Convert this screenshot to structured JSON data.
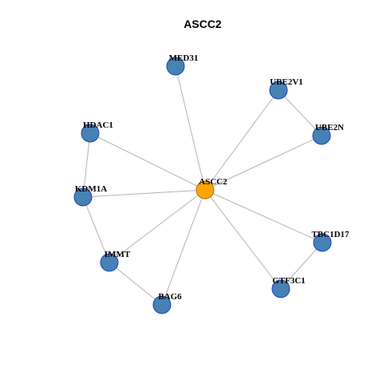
{
  "title": "ASCC2",
  "colors": {
    "center_fill": "#FFA500",
    "node_fill": "#4682B4",
    "node_stroke": "#1f3fbf",
    "center_stroke": "#b36b00",
    "edge": "#b3b3b3"
  },
  "nodes": [
    {
      "id": "ASCC2",
      "label": "ASCC2",
      "center": true
    },
    {
      "id": "MED31",
      "label": "MED31"
    },
    {
      "id": "UBE2V1",
      "label": "UBE2V1"
    },
    {
      "id": "UBE2N",
      "label": "UBE2N"
    },
    {
      "id": "HDAC1",
      "label": "HDAC1"
    },
    {
      "id": "KDM1A",
      "label": "KDM1A"
    },
    {
      "id": "IMMT",
      "label": "IMMT"
    },
    {
      "id": "BAG6",
      "label": "BAG6"
    },
    {
      "id": "GTF3C1",
      "label": "GTF3C1"
    },
    {
      "id": "TBC1D17",
      "label": "TBC1D17"
    }
  ],
  "edges": [
    [
      "ASCC2",
      "MED31"
    ],
    [
      "ASCC2",
      "UBE2V1"
    ],
    [
      "ASCC2",
      "UBE2N"
    ],
    [
      "ASCC2",
      "HDAC1"
    ],
    [
      "ASCC2",
      "KDM1A"
    ],
    [
      "ASCC2",
      "IMMT"
    ],
    [
      "ASCC2",
      "BAG6"
    ],
    [
      "ASCC2",
      "GTF3C1"
    ],
    [
      "ASCC2",
      "TBC1D17"
    ],
    [
      "UBE2V1",
      "UBE2N"
    ],
    [
      "HDAC1",
      "KDM1A"
    ],
    [
      "KDM1A",
      "IMMT"
    ],
    [
      "IMMT",
      "BAG6"
    ],
    [
      "GTF3C1",
      "TBC1D17"
    ]
  ]
}
